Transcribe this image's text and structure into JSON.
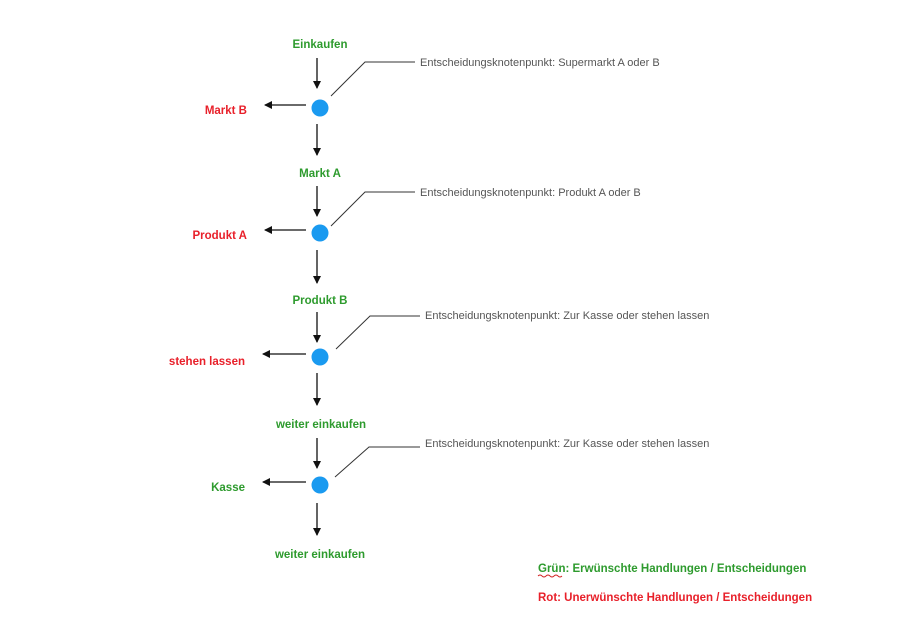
{
  "colors": {
    "wanted": "#2e9b2e",
    "unwanted": "#e8202a",
    "node": "#1a9af0",
    "line": "#111111",
    "note": "#555555",
    "spellcheck": "#d02020"
  },
  "steps": [
    {
      "top_label": "Einkaufen",
      "side_label": "Markt B",
      "side_color": "unwanted",
      "note": "Entscheidungsknotenpunkt: Supermarkt A oder B"
    },
    {
      "top_label": "Markt A",
      "side_label": "Produkt A",
      "side_color": "unwanted",
      "note": "Entscheidungsknotenpunkt: Produkt  A oder B"
    },
    {
      "top_label": "Produkt B",
      "side_label": "stehen lassen",
      "side_color": "unwanted",
      "note": "Entscheidungsknotenpunkt: Zur Kasse oder stehen lassen"
    },
    {
      "top_label": "weiter einkaufen",
      "side_label": "Kasse",
      "side_color": "wanted",
      "note": "Entscheidungsknotenpunkt: Zur Kasse oder stehen lassen"
    }
  ],
  "final_label": "weiter einkaufen",
  "legend": {
    "green_word": "Grün",
    "green_rest": ": Erwünschte Handlungen / Entscheidungen",
    "red_text": "Rot: Unerwünschte Handlungen / Entscheidungen"
  }
}
